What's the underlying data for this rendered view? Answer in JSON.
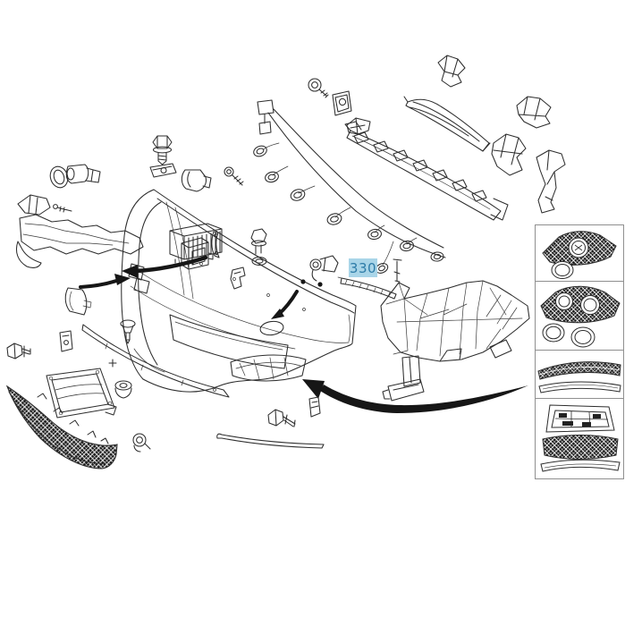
{
  "window": {
    "background": "#ffffff"
  },
  "callout": {
    "label": "330",
    "highlight_bg": "#a9d5e8",
    "text_color": "#2e7ca8"
  },
  "diagram": {
    "kind": "exploded-view-front-bumper-parts-diagram",
    "line_color": "#2d2d2d",
    "icons": [
      "hex-bolt-icon",
      "mounting-plate-icon",
      "seal-ring-icon",
      "parking-sensor-icon",
      "screw-icon",
      "push-pin-icon",
      "clip-nut-icon",
      "retainer-clip-icon",
      "bracket-icon",
      "foam-absorber-icon",
      "crash-bar-icon",
      "wiring-harness-icon",
      "headlamp-washer-bracket-icon",
      "ribbed-box-icon",
      "cover-flap-icon",
      "bumper-fascia-icon",
      "radar-sensor-icon",
      "strap-bracket-icon",
      "bolt-washer-icon",
      "l-bracket-icon",
      "washer-nozzle-icon",
      "bumper-carrier-icon",
      "air-duct-bracket-icon",
      "trim-strip-330-icon",
      "pin-clip-icon",
      "license-plate-bracket-icon",
      "push-rivet-icon",
      "grommet-icon",
      "lower-mesh-grille-icon",
      "small-sensor-icon",
      "trim-strip-icon",
      "arrow-icon"
    ]
  },
  "sidebar": {
    "border_color": "#8f8f8f",
    "panels": [
      {
        "name": "fog-grille-with-ring-thumb"
      },
      {
        "name": "fog-grille-with-two-rings-thumb"
      },
      {
        "name": "mesh-strip-with-trim-thumb"
      },
      {
        "name": "center-grille-set-thumb"
      }
    ]
  }
}
